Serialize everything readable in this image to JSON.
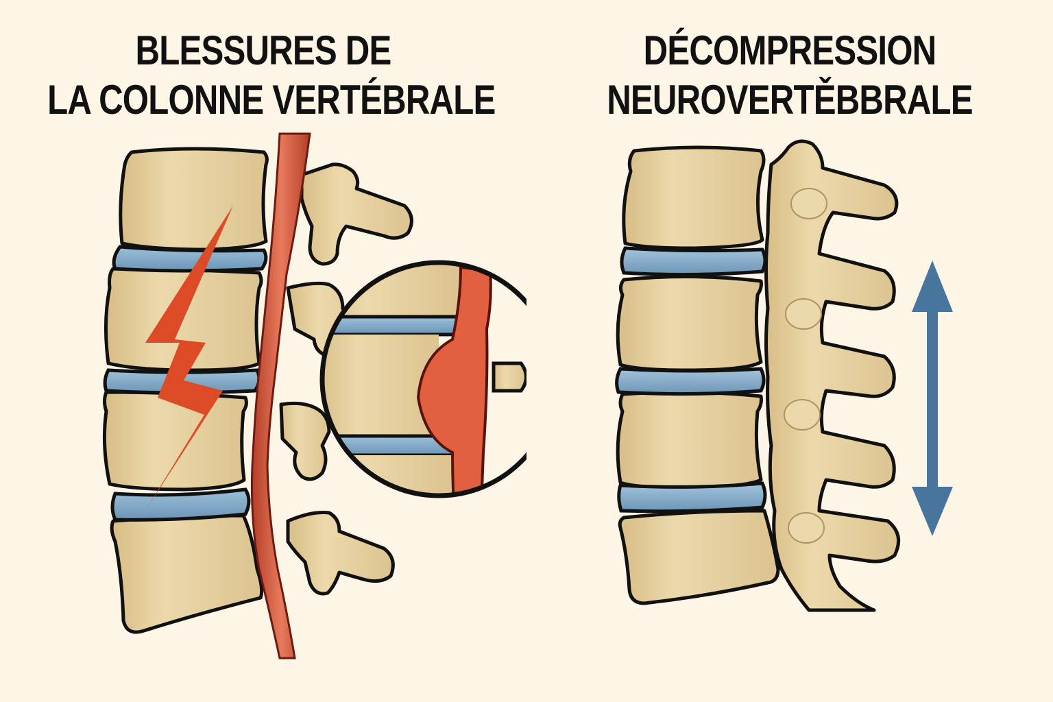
{
  "left_panel": {
    "title_line1": "BLESSURES DE",
    "title_line2": "LA COLONNE VERTÉBRALE",
    "elements": [
      "vertebrae",
      "intervertebral-discs",
      "spinal-cord",
      "lightning-bolt-pain",
      "magnified-herniated-disc-inset"
    ]
  },
  "right_panel": {
    "title_line1": "DÉCOMPRESSION",
    "title_line2": "NEUROVERTĚBBRALE",
    "elements": [
      "vertebrae",
      "intervertebral-discs",
      "spinous-processes",
      "vertical-double-arrow"
    ]
  },
  "colors": {
    "background": "#fdf5e6",
    "bone": "#e8d3a2",
    "bone_shadow": "#c9ad75",
    "disc": "#7fa6c4",
    "nerve": "#d9583a",
    "pain_bolt": "#dd4a26",
    "arrow": "#47759c",
    "outline": "#111111"
  }
}
